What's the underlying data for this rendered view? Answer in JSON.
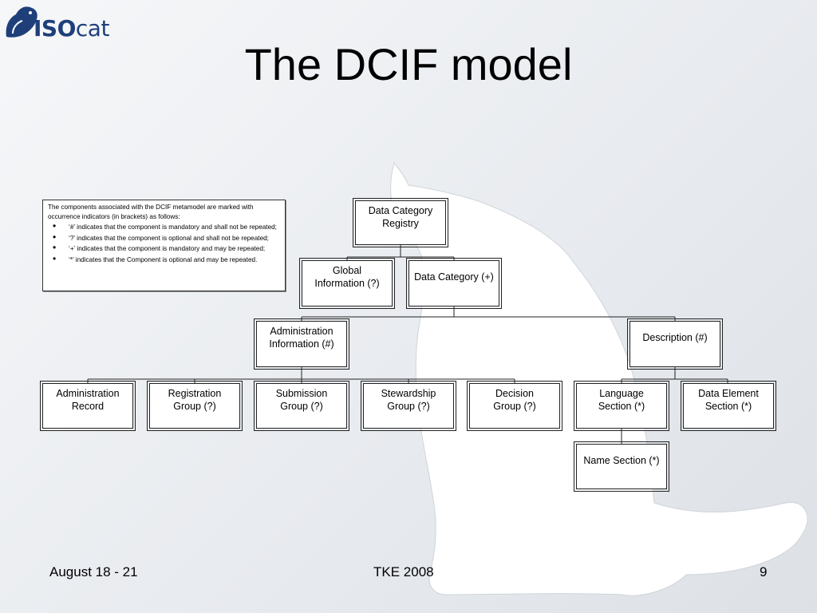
{
  "slide": {
    "title": "The DCIF model",
    "logo": {
      "iso": "ISO",
      "cat": "cat",
      "icon": "cat-logo-icon"
    },
    "background_colors": {
      "gradient_start": "#f6f7f9",
      "gradient_end": "#dde1e6",
      "cat_fill": "#ffffff"
    }
  },
  "note": {
    "intro": "The components associated with the DCIF metamodel are marked with occurrence indicators (in brackets) as follows:",
    "bullets": [
      "‘#’ indicates that the component is mandatory and shall not be repeated;",
      "‘?’ indicates that the component is optional and shall not be repeated;",
      "‘+’ indicates that the component is mandatory and may be repeated;",
      "‘*’ indicates that the Component is optional and may be repeated."
    ]
  },
  "diagram": {
    "nodes": {
      "registry": {
        "l1": "Data Category",
        "l2": "Registry"
      },
      "global_info": {
        "l1": "Global",
        "l2": "Information (?)"
      },
      "data_category": {
        "l1": "Data Category (+)"
      },
      "admin_info": {
        "l1": "Administration",
        "l2": "Information (#)"
      },
      "description": {
        "l1": "Description (#)"
      },
      "admin_record": {
        "l1": "Administration",
        "l2": "Record"
      },
      "registration_group": {
        "l1": "Registration",
        "l2": "Group (?)"
      },
      "submission_group": {
        "l1": "Submission",
        "l2": "Group (?)"
      },
      "stewardship_group": {
        "l1": "Stewardship",
        "l2": "Group (?)"
      },
      "decision_group": {
        "l1": "Decision",
        "l2": "Group (?)"
      },
      "language_section": {
        "l1": "Language",
        "l2": "Section (*)"
      },
      "data_element_section": {
        "l1": "Data Element",
        "l2": "Section (*)"
      },
      "name_section": {
        "l1": "Name Section (*)"
      }
    }
  },
  "footer": {
    "date": "August 18 - 21",
    "event": "TKE 2008",
    "page": "9"
  }
}
